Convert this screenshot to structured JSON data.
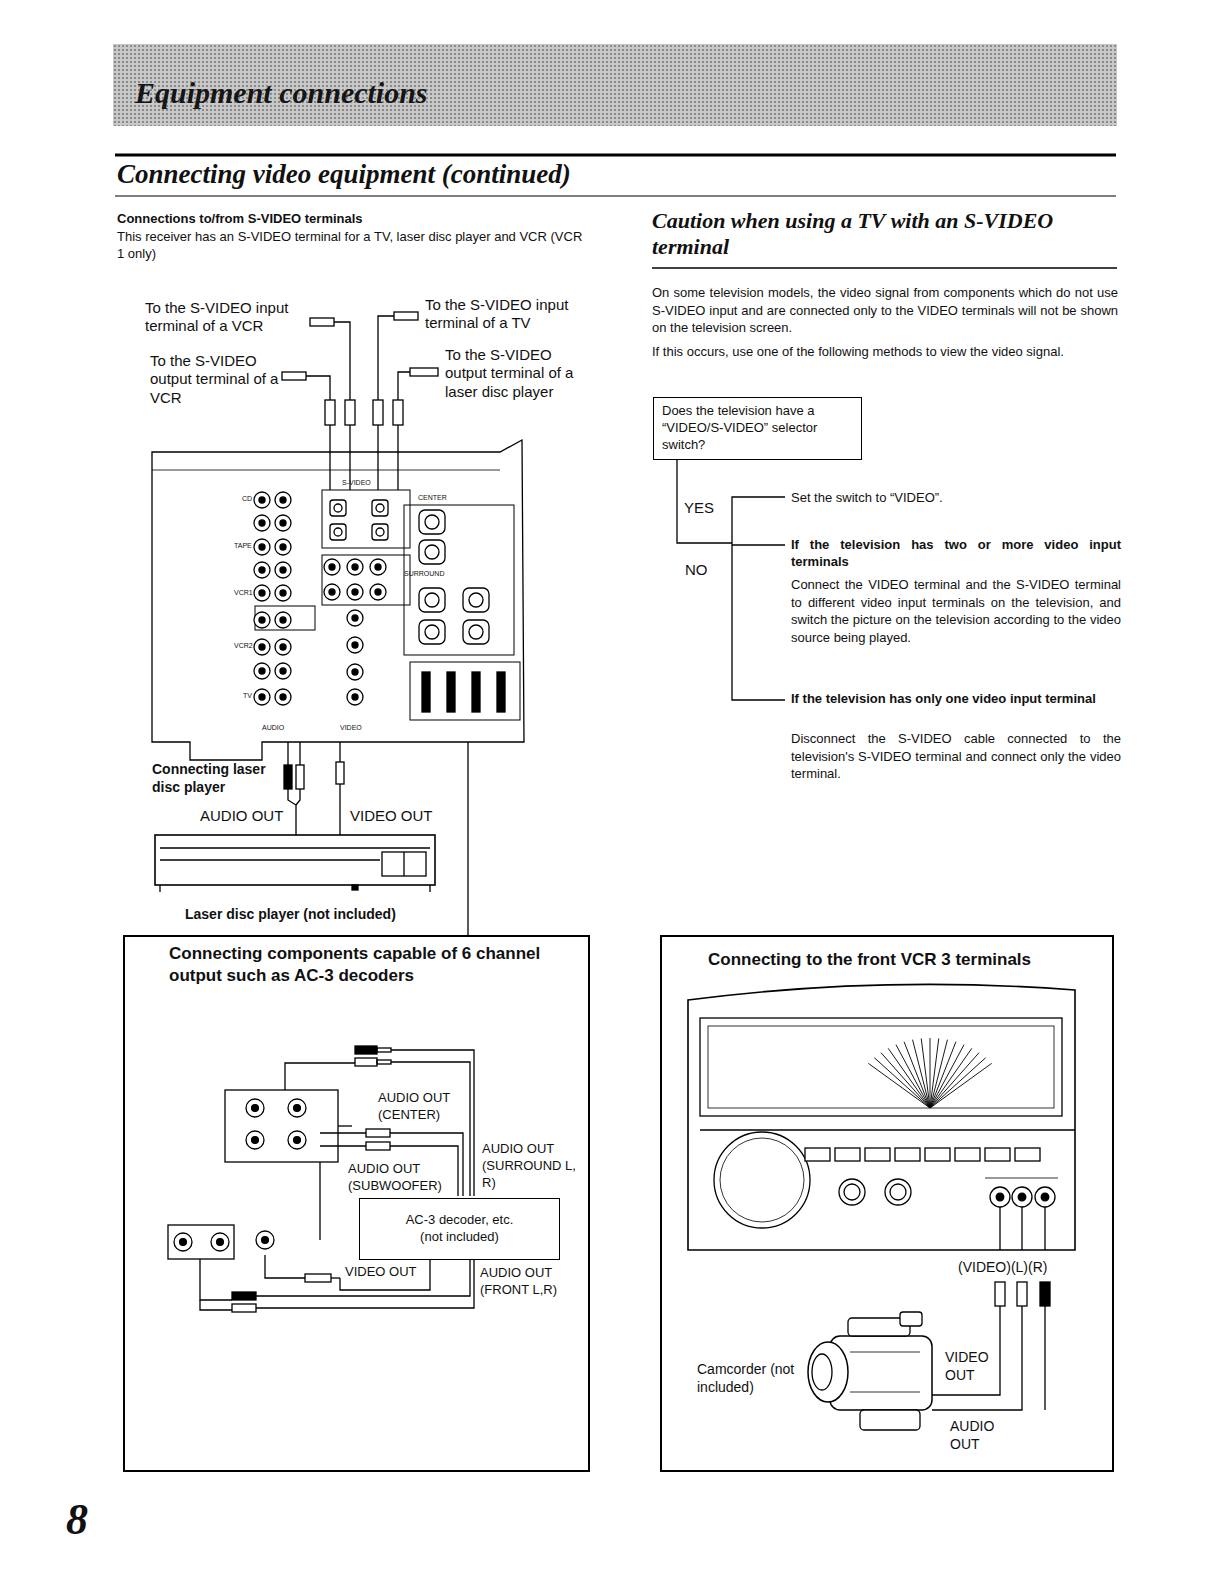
{
  "diagram": {
    "title": "Connecting video equipment (continued)",
    "nodes": [
      {
        "text": [
          "Equipment connections"
        ]
      },
      {
        "text": [
          "Does the television have a “VIDEO/S-VIDEO” selector switch?"
        ]
      },
      {
        "text": [
          "Connecting components capable of 6 channel output such as AC-3 decoders"
        ]
      },
      {
        "text": [
          "AC-3 decoder, etc. (not included)"
        ],
        "in": 2
      },
      {
        "text": [
          "Connecting to the front VCR 3 terminals"
        ]
      }
    ],
    "labels": [
      "Connections to/from S-VIDEO terminals",
      "This receiver has an S-VIDEO terminal for a TV, laser disc player and VCR (VCR 1 only)",
      "To the S-VIDEO input terminal of a VCR",
      "To the S-VIDEO output terminal of a VCR",
      "To the S-VIDEO input terminal of a TV",
      "To the S-VIDEO output terminal of a laser disc player",
      "Connecting laser disc player",
      "AUDIO OUT",
      "VIDEO OUT",
      "Laser disc player (not included)",
      "CD",
      "TAPE",
      "VCR1",
      "VCR2",
      "TV",
      "AUDIO",
      "VIDEO",
      "S-VIDEO",
      "CENTER",
      "SURROUND",
      "Caution when using a TV with an S-VIDEO terminal",
      "On some television models, the video signal from components which do not use S-VIDEO input and are connected only to the VIDEO terminals will not be shown on the television screen.",
      "If this occurs, use one of the following methods to view the video signal.",
      "YES",
      "Set the switch to “VIDEO”.",
      "NO",
      "If the television has two or more video input terminals",
      "Connect the VIDEO terminal and the S-VIDEO terminal to different video input terminals on the television, and switch the picture on the television according to the video source being played.",
      "If the television has only one video input terminal",
      "Disconnect the S-VIDEO cable connected to the television's S-VIDEO terminal and connect only the video terminal.",
      "AUDIO OUT (CENTER)",
      "AUDIO OUT (SURROUND L, R)",
      "AUDIO OUT (SUBWOOFER)",
      "VIDEO OUT",
      "AUDIO OUT (FRONT L,R)",
      "(VIDEO)(L)(R)",
      "Camcorder (not included)",
      "VIDEO OUT",
      "AUDIO OUT",
      "8"
    ]
  }
}
